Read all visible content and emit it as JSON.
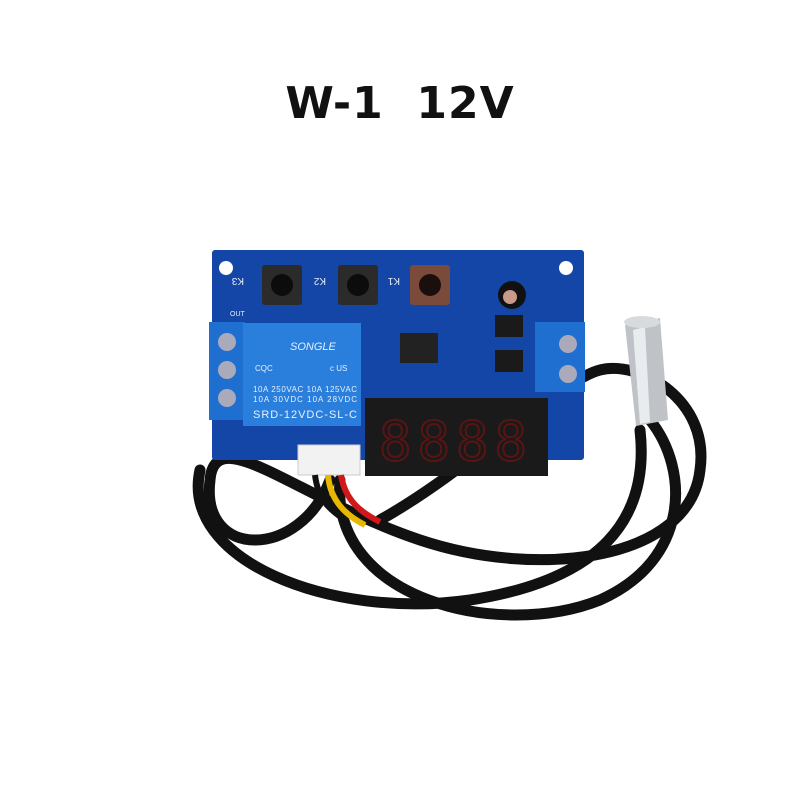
{
  "title": "W-1  12V",
  "board": {
    "buttons": [
      "K1",
      "K2",
      "K3"
    ],
    "out_label": "OUT",
    "relay": {
      "brand": "SONGLE",
      "certs": "CQC",
      "ul": "c US",
      "line1": "10A 250VAC  10A 125VAC",
      "line2": "10A  30VDC  10A  28VDC",
      "model": "SRD-12VDC-SL-C"
    },
    "display_digits": "8888"
  },
  "colors": {
    "pcb": "#1446a8",
    "terminal": "#1e6fd0",
    "relay": "#2a7fdc",
    "display": "#1a1a1a",
    "led_segment": "#e02020",
    "cable": "#111111"
  }
}
